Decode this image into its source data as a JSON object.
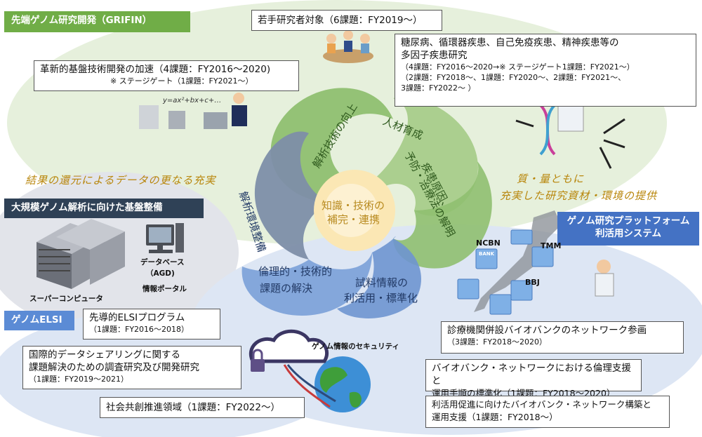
{
  "header": {
    "title": "先端ゲノム研究開発（GRIFIN）"
  },
  "young": {
    "label": "若手研究者対象（6課題：FY2019～）"
  },
  "basic_tech": {
    "line1": "革新的基盤技術開発の加速（4課題：FY2016～2020)",
    "line2": "※ ステージゲート（1課題：FY2021～）"
  },
  "diseases": {
    "line1": "糖尿病、循環器疾患、自己免疫疾患、精神疾患等の",
    "line2": "多因子疾患研究",
    "line3": "（4課題：FY2016～2020→※ ステージゲート1課題：FY2021～）",
    "line4": "（2課題：FY2018～、1課題：FY2020～、2課題：FY2021～、",
    "line5": "3課題：FY2022～ ）"
  },
  "left_caption": "結果の還元によるデータの更なる充実",
  "right_caption": {
    "line1": "質・量ともに",
    "line2": "充実した研究資材・環境の提供"
  },
  "infra": {
    "banner": "大規模ゲノム解析に向けた基盤整備",
    "supercomputer": "スーパーコンピュータ",
    "database_line1": "データベース",
    "database_line2": "（AGD)",
    "portal": "情報ポータル"
  },
  "platform": {
    "line1": "ゲノム研究プラットフォーム",
    "line2": "利活用システム"
  },
  "hub": {
    "center_line1": "知識・技術の",
    "center_line2": "補完・連携",
    "petal_analysis_tech": "解析技術の向上",
    "petal_talent": "人材育成",
    "petal_cause_line1": "疾患原因、",
    "petal_cause_line2": "予防・治療法の解明",
    "petal_env": "解析環境整備",
    "petal_ethics_line1": "倫理的・技術的",
    "petal_ethics_line2": "課題の解決",
    "petal_sample_line1": "試料情報の",
    "petal_sample_line2": "利活用・標準化"
  },
  "map": {
    "ncbn": "NCBN",
    "tmm": "TMM",
    "bbj": "BBJ",
    "bank": "BANK"
  },
  "formula": "y=ax²+bx+c+…",
  "elsi": {
    "banner": "ゲノムELSI",
    "pioneer_line1": "先導的ELSIプログラム",
    "pioneer_line2": "（1課題：FY2016～2018）",
    "intl_line1": "国際的データシェアリングに関する",
    "intl_line2": "課題解決のための調査研究及び開発研究",
    "intl_line3": "（1課題：FY2019～2021）",
    "social": "社会共創推進領域（1課題：FY2022～）",
    "security": "ゲノム情報のセキュリティ"
  },
  "biobank": {
    "clinical_line1": "診療機関併設バイオバンクのネットワーク参画",
    "clinical_line2": "（3課題：FY2018～2020）",
    "ethics_line1": "バイオバンク・ネットワークにおける倫理支援と",
    "ethics_line2": "運用手順の標準化（1課題：FY2018～2020）",
    "usage_line1": "利活用促進に向けたバイオバンク・ネットワーク構築と",
    "usage_line2": "運用支援（1課題：FY2018～）"
  },
  "colors": {
    "grifin_green": "#70ad47",
    "infra_navy": "#2f4156",
    "platform_blue": "#4472c4",
    "elsi_blue": "#5b8bd5",
    "green_zone": "#e4efd9",
    "blue_zone": "#dbe4f3"
  }
}
